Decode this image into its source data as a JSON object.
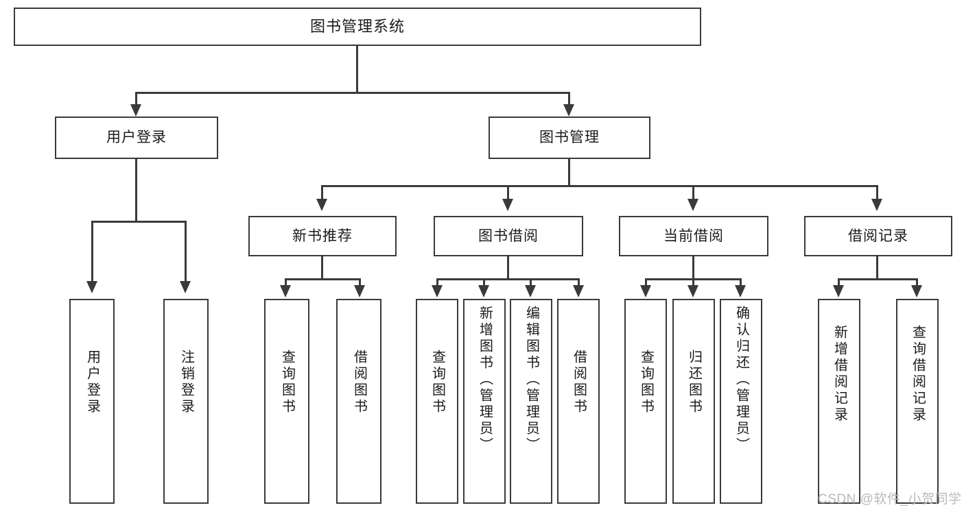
{
  "diagram": {
    "title": "图书管理系统",
    "watermark": "CSDN @软件_小贺同学",
    "level1": {
      "root": "图书管理系统"
    },
    "level2": [
      {
        "label": "用户登录"
      },
      {
        "label": "图书管理"
      }
    ],
    "level3": [
      {
        "label": "新书推荐"
      },
      {
        "label": "图书借阅"
      },
      {
        "label": "当前借阅"
      },
      {
        "label": "借阅记录"
      }
    ],
    "leaves": {
      "user_login": [
        {
          "label": "用户登录"
        },
        {
          "label": "注销登录"
        }
      ],
      "new_book_recommend": [
        {
          "label": "查询图书"
        },
        {
          "label": "借阅图书"
        }
      ],
      "book_borrow": [
        {
          "label": "查询图书"
        },
        {
          "label": "新增图书（管理员）"
        },
        {
          "label": "编辑图书（管理员）"
        },
        {
          "label": "借阅图书"
        }
      ],
      "current_borrow": [
        {
          "label": "查询图书"
        },
        {
          "label": "归还图书"
        },
        {
          "label": "确认归还（管理员）"
        }
      ],
      "borrow_record": [
        {
          "label": "新增借阅记录"
        },
        {
          "label": "查询借阅记录"
        }
      ]
    },
    "colors": {
      "stroke": "#3a3a3a",
      "fill": "#ffffff",
      "text": "#1b1b1b",
      "watermark": "#b9b9b9"
    }
  }
}
